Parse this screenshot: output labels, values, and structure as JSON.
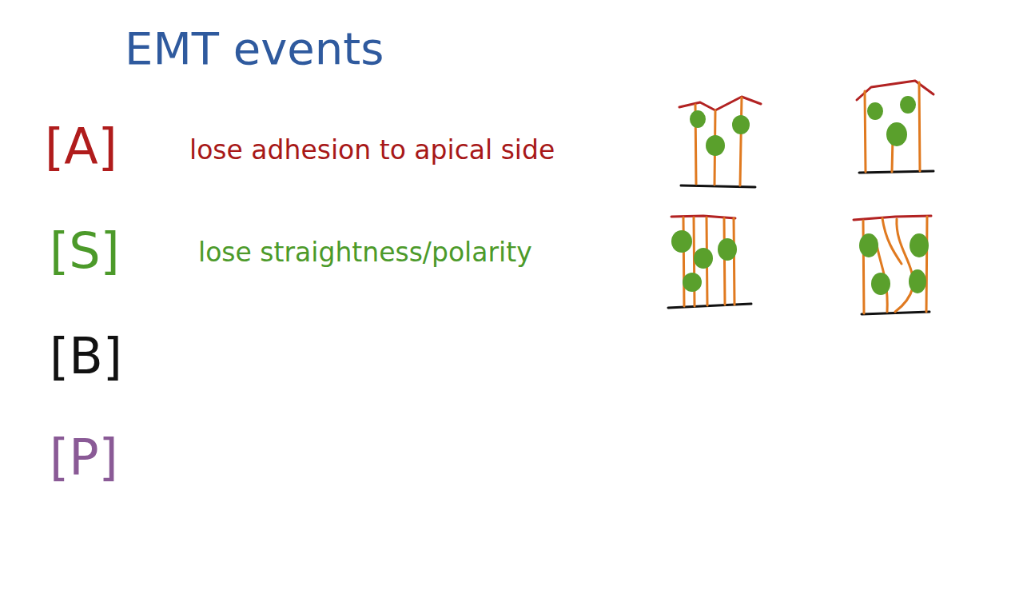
{
  "diagram": {
    "title": "EMT events",
    "labels": [
      "[A]",
      "lose adhesion to apical side",
      "[S]",
      "lose straightness/polarity",
      "[B]",
      "[P]"
    ]
  }
}
